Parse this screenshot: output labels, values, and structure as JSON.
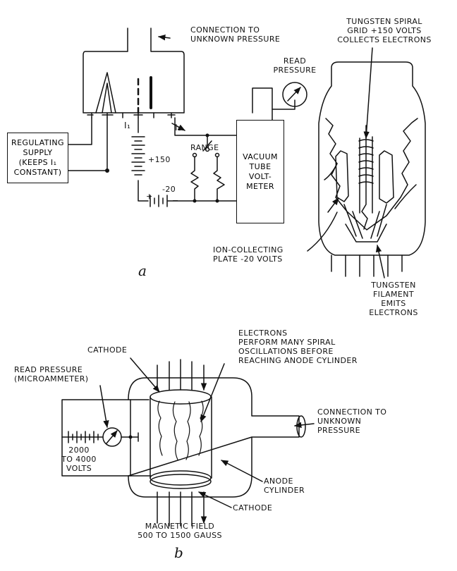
{
  "panel_a": {
    "label": "a",
    "connection_label": [
      "CONNECTION TO",
      "UNKNOWN PRESSURE"
    ],
    "read_pressure": [
      "READ",
      "PRESSURE"
    ],
    "regulating_supply": [
      "REGULATING",
      "SUPPLY",
      "(KEEPS I₁",
      "CONSTANT)"
    ],
    "vtvm": [
      "VACUUM",
      "TUBE",
      "VOLT-",
      "METER"
    ],
    "range": "RANGE",
    "plus150": "+150",
    "minus20": "-20",
    "i1": "I₁",
    "i2": "I₂",
    "plus_sign": "+",
    "minus_sign": "−",
    "grid_label": [
      "TUNGSTEN SPIRAL",
      "GRID +150 VOLTS",
      "COLLECTS ELECTRONS"
    ],
    "plate_label": [
      "ION-COLLECTING",
      "PLATE -20 VOLTS"
    ],
    "filament_label": [
      "TUNGSTEN",
      "FILAMENT",
      "EMITS",
      "ELECTRONS"
    ]
  },
  "panel_b": {
    "label": "b",
    "cathode_top": "CATHODE",
    "cathode_bottom": "CATHODE",
    "electrons_label": [
      "ELECTRONS",
      "PERFORM MANY SPIRAL",
      "OSCILLATIONS BEFORE",
      "REACHING ANODE CYLINDER"
    ],
    "read_pressure": [
      "READ PRESSURE",
      "(MICROAMMETER)"
    ],
    "voltage": [
      "2000",
      "TO 4000",
      "VOLTS"
    ],
    "connection_label": [
      "CONNECTION TO",
      "UNKNOWN",
      "PRESSURE"
    ],
    "anode_label": [
      "ANODE",
      "CYLINDER"
    ],
    "field_label": [
      "MAGNETIC FIELD",
      "500 TO 1500 GAUSS"
    ]
  }
}
